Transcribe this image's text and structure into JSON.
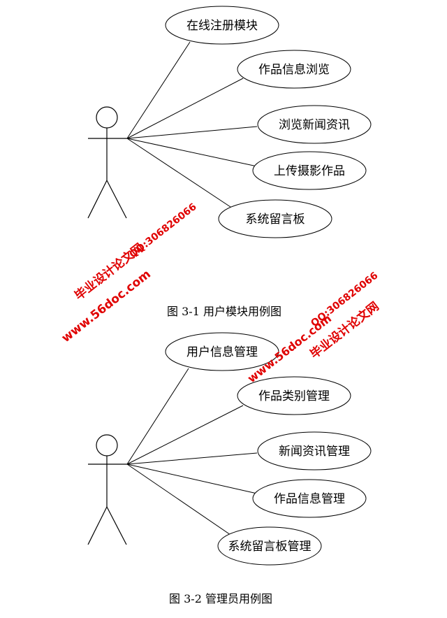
{
  "diagram1": {
    "caption": "图  3-1  用户模块用例图",
    "use_cases": [
      "在线注册模块",
      "作品信息浏览",
      "浏览新闻资讯",
      "上传摄影作品",
      "系统留言板"
    ]
  },
  "diagram2": {
    "caption": "图  3-2  管理员用例图",
    "use_cases": [
      "用户信息管理",
      "作品类别管理",
      "新闻资讯管理",
      "作品信息管理",
      "系统留言板管理"
    ]
  },
  "watermarks": [
    {
      "name": "毕业设计论文网",
      "qq": "QQ:306826066",
      "url": "www.56doc.com"
    },
    {
      "name": "毕业设计论文网",
      "qq": "QQ:306826066",
      "url": "www.56doc.com"
    }
  ],
  "colors": {
    "watermark": "#e00000",
    "line": "#000000"
  }
}
